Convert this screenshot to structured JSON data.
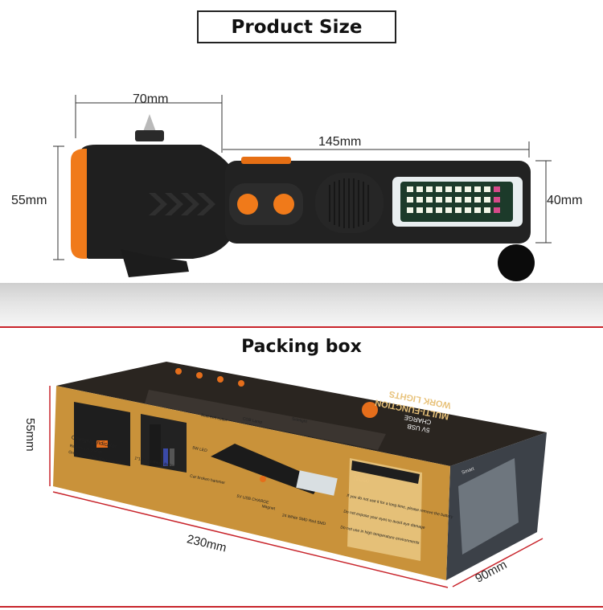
{
  "header": {
    "title": "Product Size"
  },
  "product": {
    "dims": {
      "hammer_width": "70mm",
      "length": "145mm",
      "height": "55mm",
      "head_height": "40mm"
    }
  },
  "packing": {
    "title": "Packing box",
    "dims": {
      "height": "55mm",
      "length": "230mm",
      "depth": "90mm"
    },
    "box": {
      "brand_line1": "5V USB",
      "brand_line2": "CHARGE",
      "brand_line3": "MULTI-FUNCTION",
      "brand_line4": "WORK LIGHTS",
      "charging_indicator": "Charging Indicator",
      "red_light": "Red light:in charge",
      "green_light": "Green light: charging is complete",
      "battery": "1*18650 Lithium Battery",
      "seatbelt_cutter": "Seat belt cutter",
      "led_label": "5W LED",
      "cob_label": "COB Lamp",
      "sidelight": "Sidelight",
      "car_breaker": "Car broken hammer",
      "usb_label": "5V USB CHARGE",
      "magnet": "Magnet",
      "smd_label": "24 White SMD Red SMD",
      "note_title": "Note",
      "note_1": "If you do not use it for a long time, please remove the battery",
      "note_2": "Do not expose your eyes to avoid eye damage",
      "note_3": "Do not use in high temperature environments",
      "side_text": "Smart"
    }
  },
  "colors": {
    "accent_red": "#c8242b",
    "orange": "#f07a1a",
    "box_tan": "#c9923a",
    "body_black": "#1f1f1f"
  }
}
